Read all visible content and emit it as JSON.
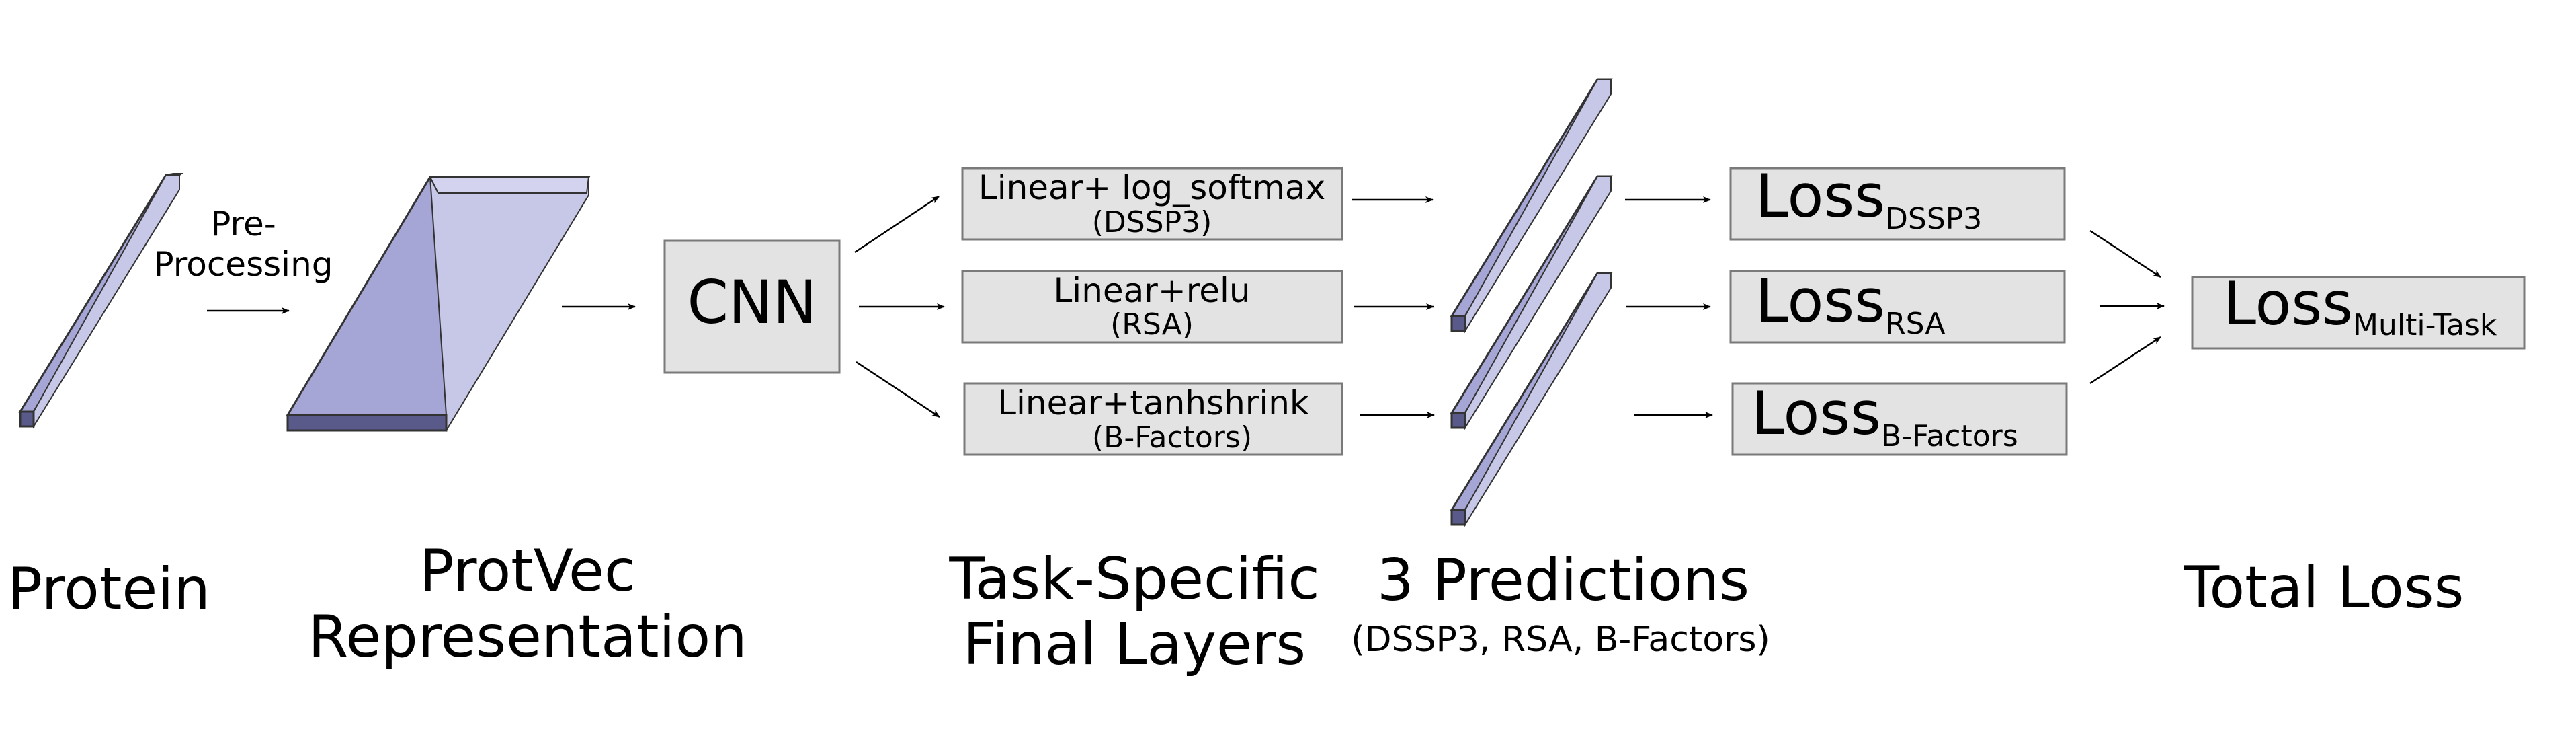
{
  "colors": {
    "bar_front": "#a6a6d6",
    "bar_top": "#d3d3ef",
    "bar_side": "#5a5a8a",
    "box_fill": "#e3e3e3",
    "box_stroke": "#7a7a7a",
    "arrow": "#000000"
  },
  "labels": {
    "preprocessing_line1": "Pre-",
    "preprocessing_line2": "Processing",
    "cnn": "CNN",
    "layer_dssp3": "Linear+ log_softmax",
    "layer_dssp3_sub": "(DSSP3)",
    "layer_rsa": "Linear+relu",
    "layer_rsa_sub": "(RSA)",
    "layer_bfactors": "Linear+tanhshrink",
    "layer_bfactors_sub": "(B-Factors)",
    "loss_word": "Loss",
    "loss_dssp3_sub": "DSSP3",
    "loss_rsa_sub": "RSA",
    "loss_bfactors_sub": "B-Factors",
    "loss_total_sub": "Multi-Task"
  },
  "captions": {
    "protein": "Protein",
    "protvec_line1": "ProtVec",
    "protvec_line2": "Representation",
    "final_layers_line1": "Task-Specific",
    "final_layers_line2": "Final Layers",
    "predictions_line1": "3 Predictions",
    "predictions_line2": "(DSSP3, RSA, B-Factors)",
    "total_loss": "Total Loss"
  }
}
